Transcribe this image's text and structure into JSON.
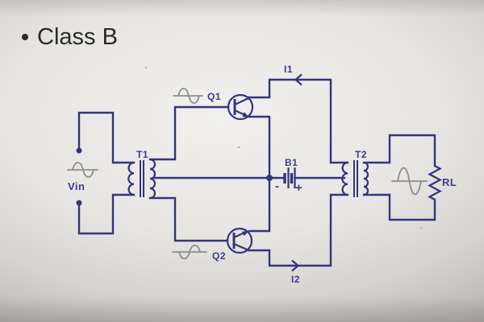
{
  "slide": {
    "bullet_glyph": "•",
    "title": "Class B"
  },
  "colors": {
    "wire": "#34347e",
    "component_label": "#3c3c88",
    "waveform_gray": "#8d8d8d",
    "title_text": "#2a2a2a",
    "background_center": "#f1f0ee",
    "background_edge": "#b4b0a9"
  },
  "circuit": {
    "labels": {
      "input_source": "Vin",
      "input_transformer": "T1",
      "top_transistor": "Q1",
      "bottom_transistor": "Q2",
      "battery": "B1",
      "battery_minus": "-",
      "battery_plus": "+",
      "output_transformer": "T2",
      "load_resistor": "RL",
      "top_current": "I1",
      "bottom_current": "I2"
    }
  }
}
